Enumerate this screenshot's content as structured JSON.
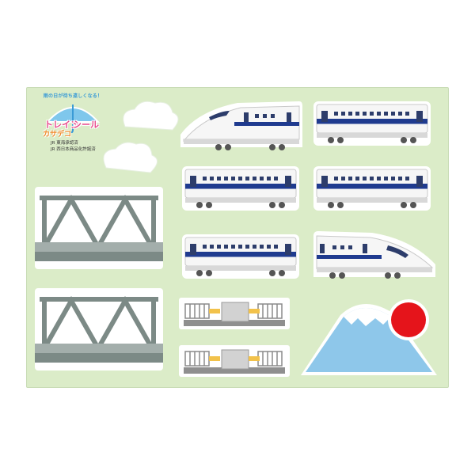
{
  "logo": {
    "tagline": "雨の日が待ち遠しくなる！",
    "brand_line1": "トレイン",
    "brand_line2": "シール",
    "brand_line3": "カサデコ",
    "license_1": "JR 東海承認済",
    "license_2": "JR 西日本商品化許諾済"
  },
  "colors": {
    "sheet": "#dbecc8",
    "train_stripe": "#1f3b8f",
    "cloud": "#ffffff",
    "bridge": "#7c8a86",
    "mountain": "#8ec7ea",
    "sun": "#e5141b",
    "accent_pink": "#e84a8c"
  },
  "icons": {
    "umbrella": "umbrella-icon",
    "cloud": "cloud-icon",
    "bridge": "truss-bridge-icon",
    "mountain": "mount-fuji-icon",
    "sun": "sun-icon",
    "station": "platform-icon"
  }
}
